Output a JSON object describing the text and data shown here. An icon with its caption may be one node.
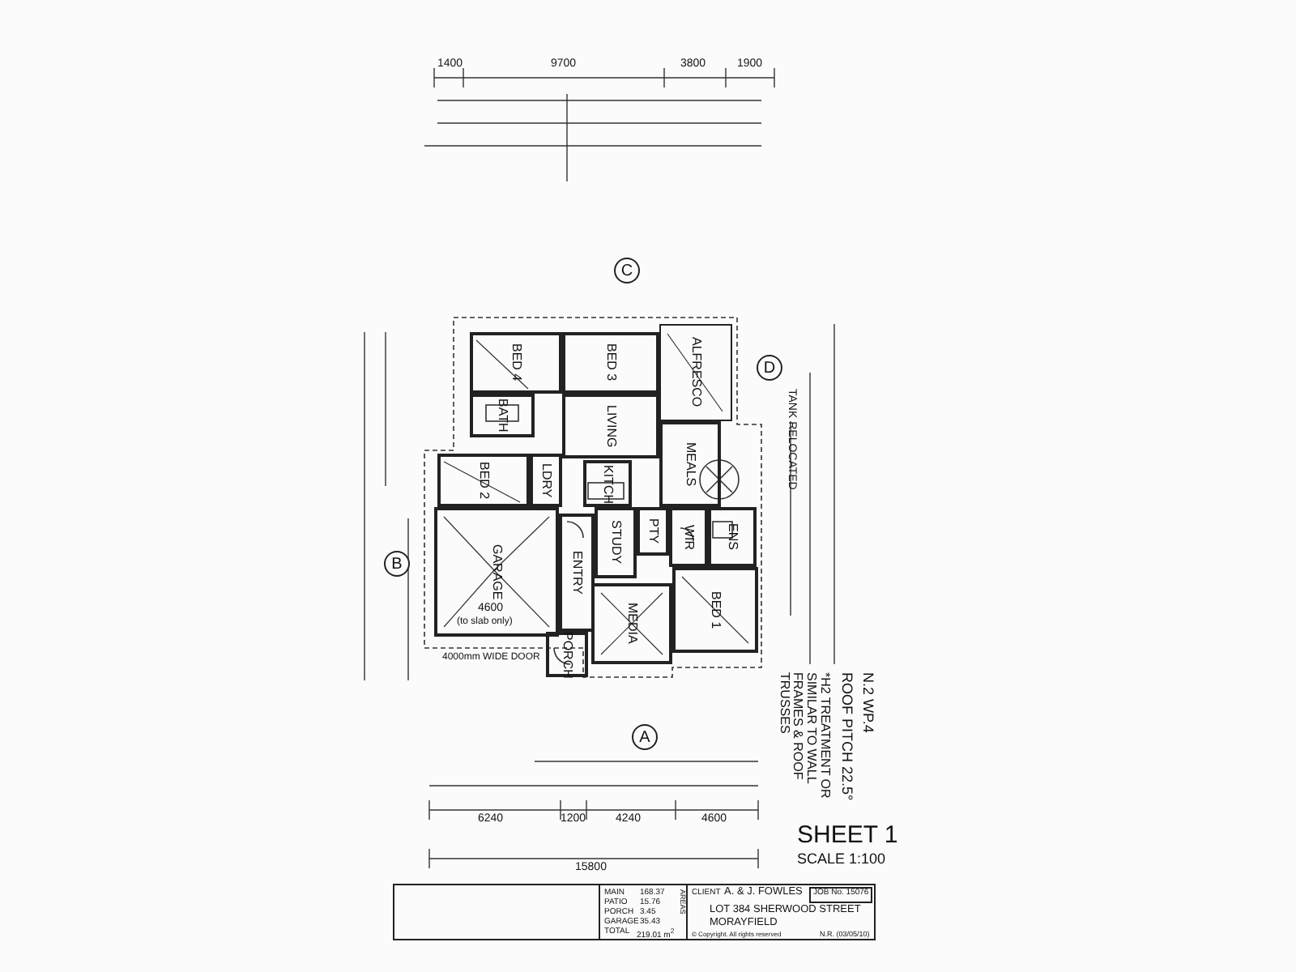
{
  "diagram": {
    "nodes": [
      {
        "text": [
          "BED 4"
        ]
      },
      {
        "text": [
          "BED 3"
        ]
      },
      {
        "text": [
          "ALFRESCO"
        ]
      },
      {
        "text": [
          "BATH"
        ]
      },
      {
        "text": [
          "LIVING"
        ]
      },
      {
        "text": [
          "MEALS"
        ]
      },
      {
        "text": [
          "BED 2"
        ]
      },
      {
        "text": [
          "LDRY"
        ]
      },
      {
        "text": [
          "KITCH"
        ]
      },
      {
        "text": [
          "GARAGE"
        ]
      },
      {
        "text": [
          "ENTRY"
        ]
      },
      {
        "text": [
          "STUDY"
        ]
      },
      {
        "text": [
          "PTY"
        ]
      },
      {
        "text": [
          "WIR"
        ]
      },
      {
        "text": [
          "ENS"
        ]
      },
      {
        "text": [
          "MEDIA"
        ]
      },
      {
        "text": [
          "BED 1"
        ]
      },
      {
        "text": [
          "PORCH"
        ]
      },
      {
        "text": [
          "C"
        ]
      },
      {
        "text": [
          "D"
        ]
      },
      {
        "text": [
          "B"
        ]
      },
      {
        "text": [
          "A"
        ]
      }
    ],
    "labels": [
      "1400",
      "9700",
      "3800",
      "1900",
      "TANK RELOCATED",
      "4600",
      "(to slab only)",
      "4000mm WIDE DOOR",
      "6240",
      "1200",
      "4240",
      "4600",
      "15800",
      "*H2 TREATMENT OR SIMILAR TO WALL FRAMES & ROOF TRUSSES",
      "ROOF PITCH 22.5°",
      "N.2 WP.4",
      "SHEET 1",
      "SCALE 1:100",
      "MAIN",
      "168.37",
      "PATIO",
      "15.76",
      "PORCH",
      "3.45",
      "GARAGE",
      "35.43",
      "TOTAL",
      "219.01 m$^{2}$",
      "AREAS",
      "CLIENT",
      "A. & J. FOWLES",
      "JOB No. 15076",
      "LOT 384 SHERWOOD STREET",
      "MORAYFIELD",
      "© Copyright. All rights reserved",
      "N.R. (03/05/10)"
    ]
  }
}
